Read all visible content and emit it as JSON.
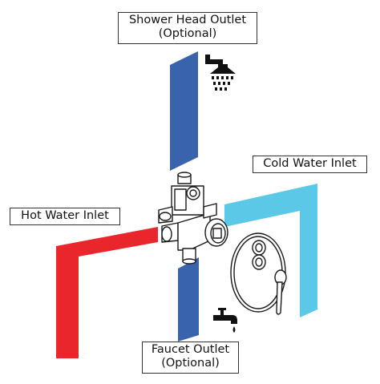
{
  "labels": {
    "shower_head_outlet": {
      "line1": "Shower Head Outlet",
      "line2": "(Optional)"
    },
    "cold_water_inlet": {
      "text": "Cold Water Inlet"
    },
    "hot_water_inlet": {
      "text": "Hot Water Inlet"
    },
    "faucet_outlet": {
      "line1": "Faucet Outlet",
      "line2": "(Optional)"
    }
  },
  "colors": {
    "shower_outlet_pipe": "#3a63ae",
    "faucet_outlet_pipe": "#3a63ae",
    "cold_inlet_pipe": "#5bc8e8",
    "hot_inlet_pipe": "#e8262b",
    "line_art": "#1a1a1a",
    "background": "#ffffff"
  },
  "icons": [
    "shower-head-icon",
    "faucet-icon"
  ]
}
